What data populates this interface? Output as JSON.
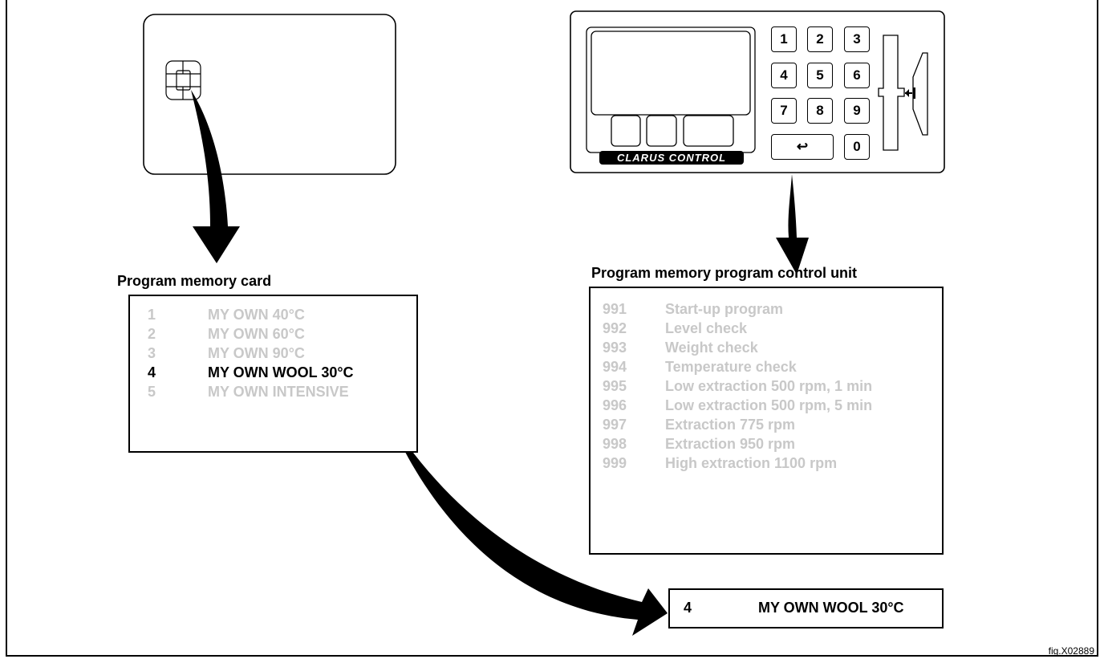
{
  "card": {
    "caption": "Program memory card",
    "items": [
      {
        "number": "1",
        "label": "MY OWN 40°C",
        "highlighted": false
      },
      {
        "number": "2",
        "label": "MY OWN 60°C",
        "highlighted": false
      },
      {
        "number": "3",
        "label": "MY OWN 90°C",
        "highlighted": false
      },
      {
        "number": "4",
        "label": "MY OWN WOOL 30°C",
        "highlighted": true
      },
      {
        "number": "5",
        "label": "MY OWN INTENSIVE",
        "highlighted": false
      }
    ]
  },
  "control_unit": {
    "caption": "Program memory program control unit",
    "brand": "CLARUS CONTROL",
    "keys": [
      "1",
      "2",
      "3",
      "4",
      "5",
      "6",
      "7",
      "8",
      "9",
      "↩",
      "0"
    ],
    "items": [
      {
        "number": "991",
        "label": "Start-up program"
      },
      {
        "number": "992",
        "label": "Level check"
      },
      {
        "number": "993",
        "label": "Weight check"
      },
      {
        "number": "994",
        "label": "Temperature check"
      },
      {
        "number": "995",
        "label": "Low extraction 500 rpm, 1 min"
      },
      {
        "number": "996",
        "label": "Low extraction 500 rpm, 5 min"
      },
      {
        "number": "997",
        "label": "Extraction 775 rpm"
      },
      {
        "number": "998",
        "label": "Extraction 950 rpm"
      },
      {
        "number": "999",
        "label": "High extraction 1100 rpm"
      }
    ]
  },
  "result": {
    "number": "4",
    "label": "MY OWN WOOL 30°C"
  },
  "figure_ref": "fig.X02889",
  "colors": {
    "muted_text": "#c8c8c8",
    "active_text": "#000000"
  }
}
